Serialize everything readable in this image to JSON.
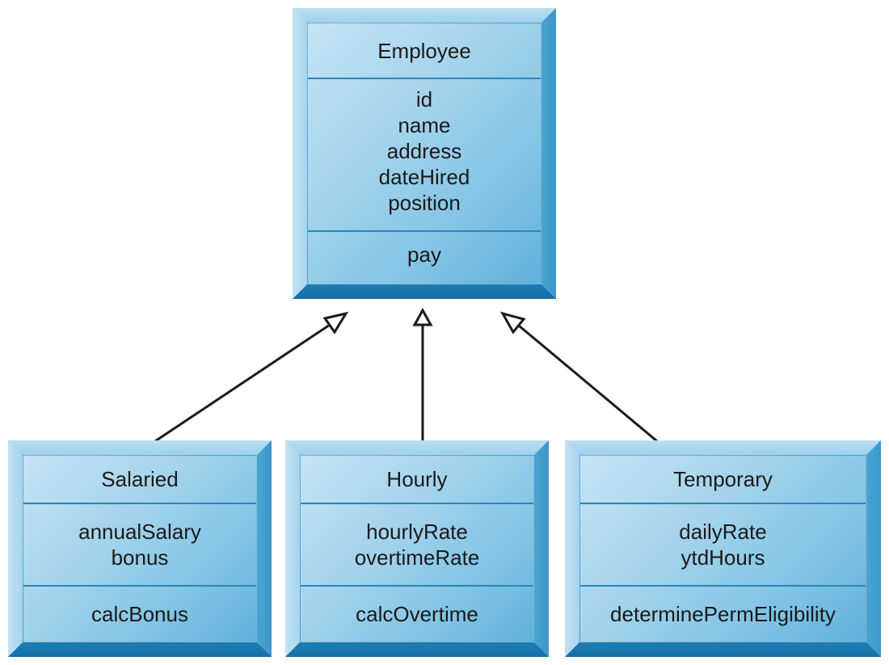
{
  "classes": {
    "employee": {
      "name": "Employee",
      "attributes": [
        "id",
        "name",
        "address",
        "dateHired",
        "position"
      ],
      "methods": [
        "pay"
      ]
    },
    "salaried": {
      "name": "Salaried",
      "attributes": [
        "annualSalary",
        "bonus"
      ],
      "methods": [
        "calcBonus"
      ]
    },
    "hourly": {
      "name": "Hourly",
      "attributes": [
        "hourlyRate",
        "overtimeRate"
      ],
      "methods": [
        "calcOvertime"
      ]
    },
    "temporary": {
      "name": "Temporary",
      "attributes": [
        "dailyRate",
        "ytdHours"
      ],
      "methods": [
        "determinePermEligibility"
      ]
    }
  },
  "relationships": [
    {
      "type": "generalization",
      "from": "Salaried",
      "to": "Employee"
    },
    {
      "type": "generalization",
      "from": "Hourly",
      "to": "Employee"
    },
    {
      "type": "generalization",
      "from": "Temporary",
      "to": "Employee"
    }
  ],
  "colors": {
    "box_fill": "#86c6e6",
    "box_edge": "#2a86ba",
    "box_bottom_bevel": "#166fa6",
    "arrow": "#1a1a1a"
  }
}
